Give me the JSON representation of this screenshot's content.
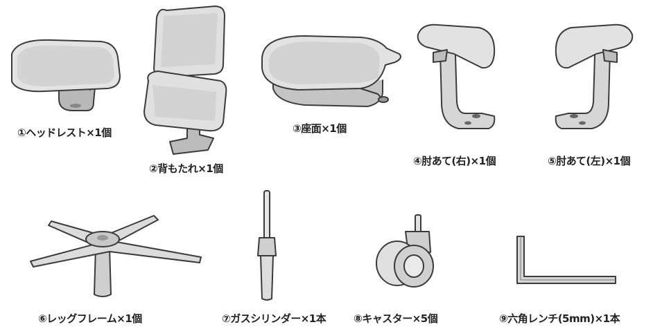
{
  "parts": [
    {
      "label": "①ヘッドレスト×1個"
    },
    {
      "label": "②背もたれ×1個"
    },
    {
      "label": "③座面×1個"
    },
    {
      "label": "④肘あて(右)×1個"
    },
    {
      "label": "⑤肘あて(左)×1個"
    },
    {
      "label": "⑥レッグフレーム×1個"
    },
    {
      "label": "⑦ガスシリンダー×1本"
    },
    {
      "label": "⑧キャスター×5個"
    },
    {
      "label": "⑨六角レンチ(5mm)×1本"
    }
  ]
}
